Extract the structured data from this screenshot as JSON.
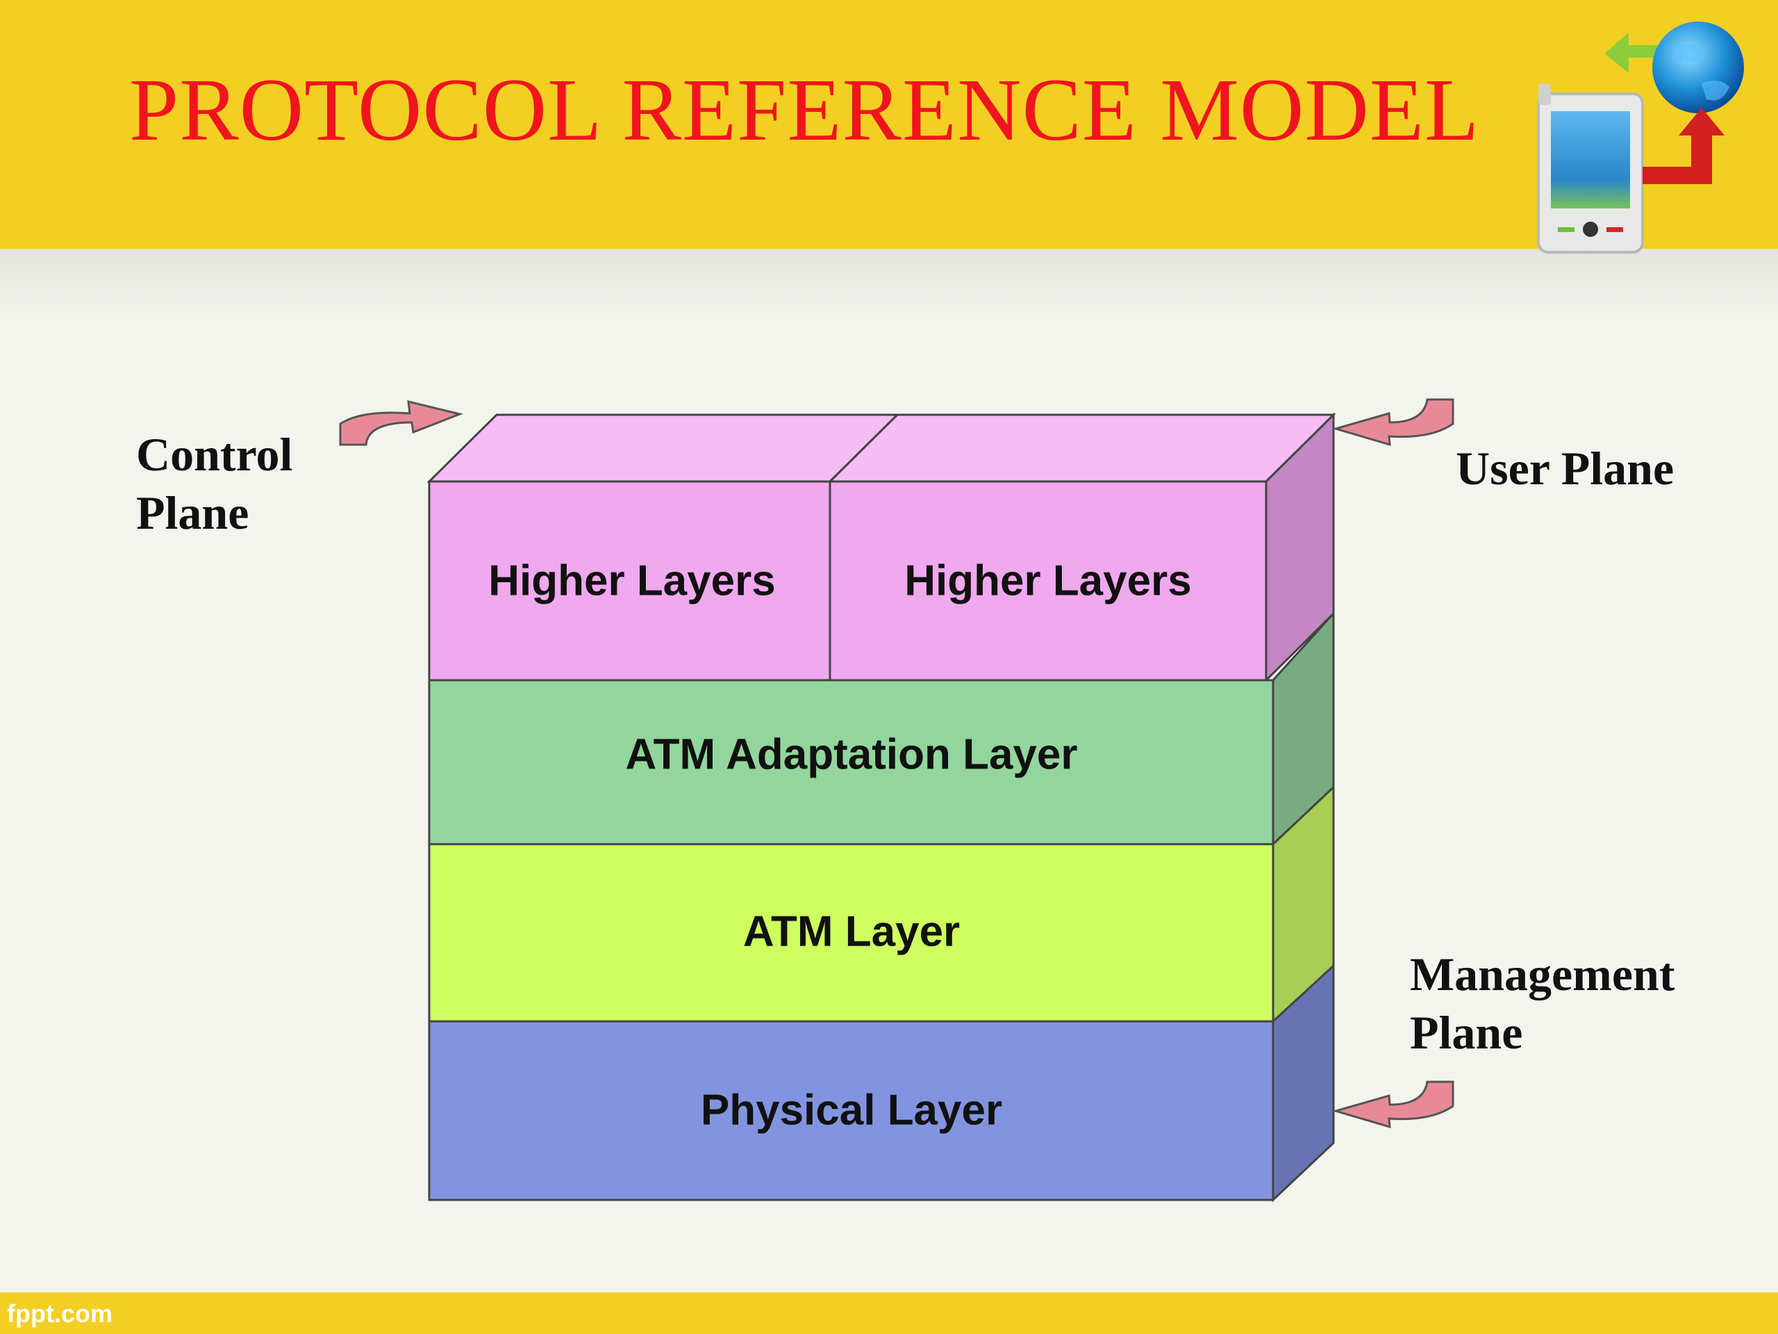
{
  "slide": {
    "title": "PROTOCOL REFERENCE MODEL",
    "footer": "fppt.com"
  },
  "logo": {
    "icon": "mobile-globe-exchange-icon"
  },
  "layers": {
    "higher_left": "Higher Layers",
    "higher_right": "Higher Layers",
    "aal": "ATM Adaptation Layer",
    "atm": "ATM Layer",
    "physical": "Physical Layer"
  },
  "planes": {
    "control_line1": "Control",
    "control_line2": "Plane",
    "user": "User Plane",
    "management_line1": "Management",
    "management_line2": "Plane"
  },
  "colors": {
    "header": "#f2cf22",
    "title": "#f0141e",
    "higher": "#f0a8ee",
    "aal": "#92d69e",
    "atm": "#cfff5e",
    "physical": "#8294e0",
    "arrow": "#e88a96"
  }
}
